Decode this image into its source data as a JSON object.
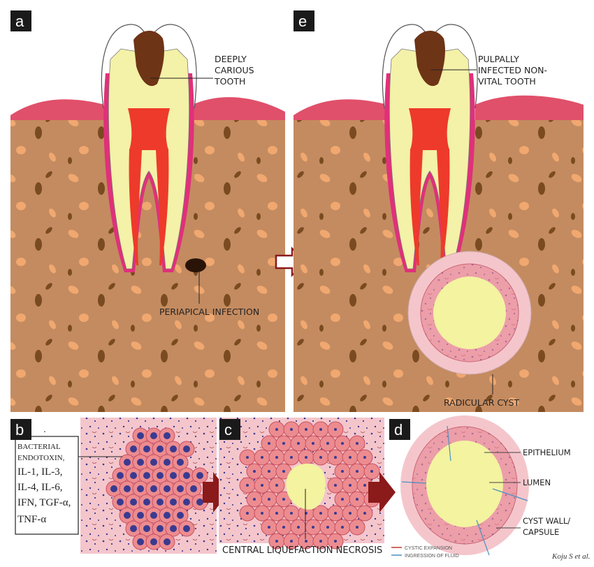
{
  "panels": {
    "a": {
      "letter": "a",
      "labels": {
        "tooth": [
          "DEEPLY",
          "CARIOUS",
          "TOOTH"
        ],
        "infection": "PERIAPICAL INFECTION"
      }
    },
    "e": {
      "letter": "e",
      "labels": {
        "tooth": [
          "PULPALLY",
          "INFECTED NON-",
          "VITAL TOOTH"
        ],
        "cyst": "RADICULAR CYST"
      }
    },
    "b": {
      "letter": "b",
      "dot": ".",
      "mediators": [
        "BACTERIAL",
        "ENDOTOXIN,",
        "IL-1, IL-3,",
        "IL-4, IL-6,",
        "IFN, TGF-α,",
        "TNF-α"
      ]
    },
    "c": {
      "letter": "c",
      "label": "CENTRAL LIQUEFACTION NECROSIS"
    },
    "d": {
      "letter": "d",
      "labels": {
        "epithelium": "EPITHELIUM",
        "lumen": "LUMEN",
        "wall": [
          "CYST WALL/",
          "CAPSULE"
        ]
      },
      "legend": [
        {
          "label": "CYSTIC EXPANSION",
          "color": "#c0392b"
        },
        {
          "label": "INGRESSION OF FLUID",
          "color": "#4a90c0"
        }
      ]
    }
  },
  "credit": "Koju S et al.",
  "colors": {
    "bone": "#c48b60",
    "gum": "#e0506a",
    "dentin": "#f4f1a8",
    "pulp": "#ee3a2a",
    "caries": "#6e3416",
    "tissue": "#f4c6cc",
    "cell": "#ec8c90",
    "lumen": "#f3f3a0",
    "arrow": "#8b1a1a"
  }
}
